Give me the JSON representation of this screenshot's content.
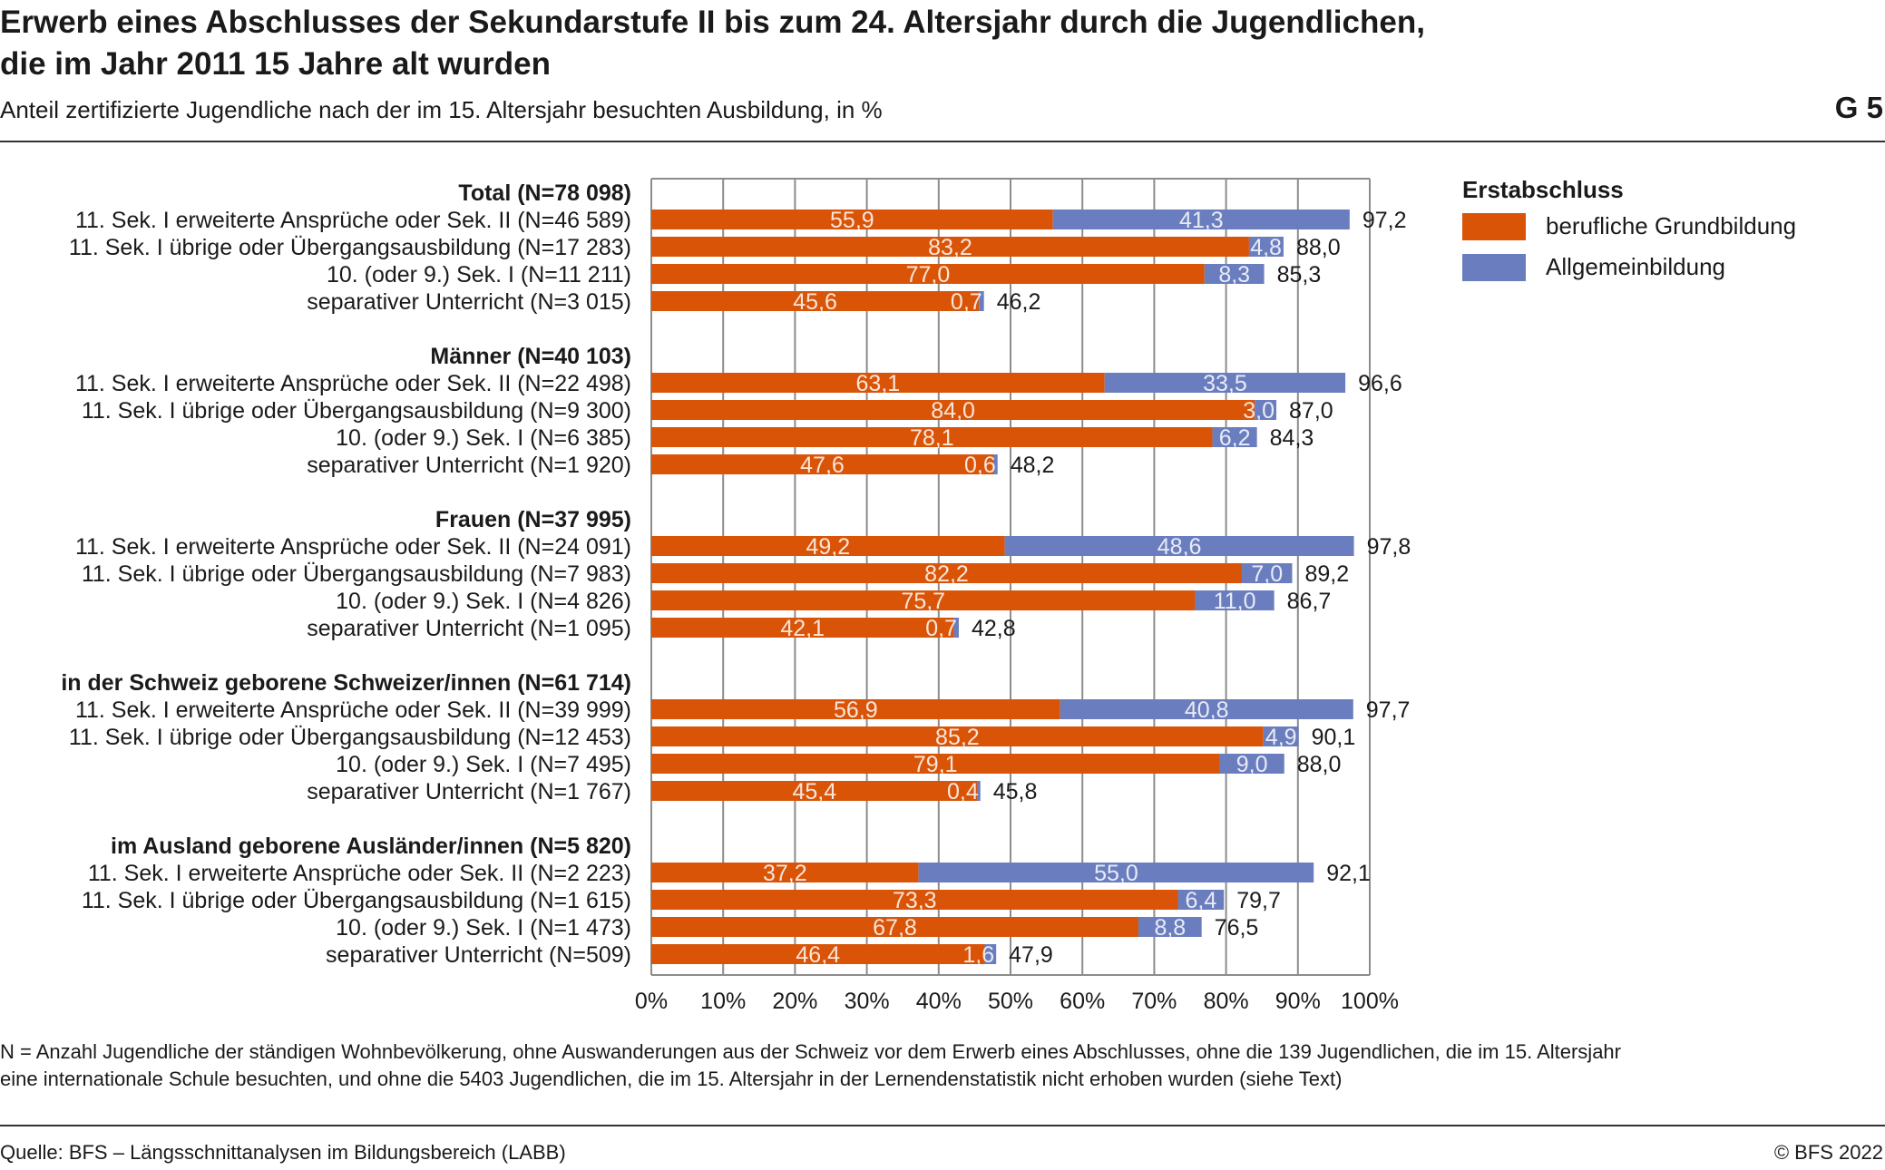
{
  "header": {
    "title_line1": "Erwerb eines Abschlusses der Sekundarstufe II bis zum 24. Altersjahr durch die Jugendlichen,",
    "title_line2": "die im Jahr 2011 15 Jahre alt wurden",
    "subtitle": "Anteil zertifizierte Jugendliche nach der im 15. Altersjahr besuchten Ausbildung, in %",
    "graphic_number": "G 5"
  },
  "footer": {
    "note_line1": "N = Anzahl Jugendliche der ständigen Wohnbevölkerung, ohne Auswanderungen aus der Schweiz vor dem Erwerb eines Abschlusses, ohne die 139 Jugendlichen, die im 15. Altersjahr",
    "note_line2": "eine internationale Schule besuchten, und ohne die 5403 Jugendlichen, die im 15. Altersjahr in der Lernendenstatistik nicht erhoben wurden (siehe Text)",
    "source": "Quelle: BFS – Längsschnittanalysen im Bildungsbereich (LABB)",
    "copyright": "© BFS 2022"
  },
  "legend": {
    "title": "Erstabschluss",
    "items": [
      "berufliche Grundbildung",
      "Allgemeinbildung"
    ]
  },
  "colors": {
    "berufliche": "#d95407",
    "allgemein": "#6a7ebf",
    "grid": "#8c8c8c"
  },
  "chart_data": {
    "type": "bar",
    "orientation": "horizontal",
    "stacked": true,
    "xlim": [
      0,
      100
    ],
    "x_ticks": [
      "0%",
      "10%",
      "20%",
      "30%",
      "40%",
      "50%",
      "60%",
      "70%",
      "80%",
      "90%",
      "100%"
    ],
    "grid": true,
    "legend_position": "top-right",
    "series": [
      {
        "name": "berufliche Grundbildung"
      },
      {
        "name": "Allgemeinbildung"
      }
    ],
    "groups": [
      {
        "label": "Total (N=78 098)",
        "rows": [
          {
            "label": "11. Sek. I erweiterte Ansprüche oder Sek. II (N=46 589)",
            "values": [
              55.9,
              41.3
            ],
            "value_labels": [
              "55,9",
              "41,3"
            ],
            "total": "97,2"
          },
          {
            "label": "11. Sek. I übrige oder Übergangsausbildung (N=17 283)",
            "values": [
              83.2,
              4.8
            ],
            "value_labels": [
              "83,2",
              "4,8"
            ],
            "total": "88,0"
          },
          {
            "label": "10. (oder 9.) Sek. I (N=11 211)",
            "values": [
              77.0,
              8.3
            ],
            "value_labels": [
              "77,0",
              "8,3"
            ],
            "total": "85,3"
          },
          {
            "label": "separativer Unterricht (N=3 015)",
            "values": [
              45.6,
              0.7
            ],
            "value_labels": [
              "45,6",
              "0,7"
            ],
            "total": "46,2"
          }
        ]
      },
      {
        "label": "Männer (N=40 103)",
        "rows": [
          {
            "label": "11. Sek. I erweiterte Ansprüche oder Sek. II (N=22 498)",
            "values": [
              63.1,
              33.5
            ],
            "value_labels": [
              "63,1",
              "33,5"
            ],
            "total": "96,6"
          },
          {
            "label": "11. Sek. I übrige oder Übergangsausbildung (N=9 300)",
            "values": [
              84.0,
              3.0
            ],
            "value_labels": [
              "84,0",
              "3,0"
            ],
            "total": "87,0"
          },
          {
            "label": "10. (oder 9.) Sek. I (N=6 385)",
            "values": [
              78.1,
              6.2
            ],
            "value_labels": [
              "78,1",
              "6,2"
            ],
            "total": "84,3"
          },
          {
            "label": "separativer Unterricht (N=1 920)",
            "values": [
              47.6,
              0.6
            ],
            "value_labels": [
              "47,6",
              "0,6"
            ],
            "total": "48,2"
          }
        ]
      },
      {
        "label": "Frauen (N=37 995)",
        "rows": [
          {
            "label": "11. Sek. I erweiterte Ansprüche oder Sek. II (N=24 091)",
            "values": [
              49.2,
              48.6
            ],
            "value_labels": [
              "49,2",
              "48,6"
            ],
            "total": "97,8"
          },
          {
            "label": "11. Sek. I übrige oder Übergangsausbildung (N=7 983)",
            "values": [
              82.2,
              7.0
            ],
            "value_labels": [
              "82,2",
              "7,0"
            ],
            "total": "89,2"
          },
          {
            "label": "10. (oder 9.) Sek. I (N=4 826)",
            "values": [
              75.7,
              11.0
            ],
            "value_labels": [
              "75,7",
              "11,0"
            ],
            "total": "86,7"
          },
          {
            "label": "separativer Unterricht (N=1 095)",
            "values": [
              42.1,
              0.7
            ],
            "value_labels": [
              "42,1",
              "0,7"
            ],
            "total": "42,8"
          }
        ]
      },
      {
        "label": "in der Schweiz geborene Schweizer/innen (N=61 714)",
        "rows": [
          {
            "label": "11. Sek. I erweiterte Ansprüche oder Sek. II (N=39 999)",
            "values": [
              56.9,
              40.8
            ],
            "value_labels": [
              "56,9",
              "40,8"
            ],
            "total": "97,7"
          },
          {
            "label": "11. Sek. I übrige oder Übergangsausbildung (N=12 453)",
            "values": [
              85.2,
              4.9
            ],
            "value_labels": [
              "85,2",
              "4,9"
            ],
            "total": "90,1"
          },
          {
            "label": "10. (oder 9.) Sek. I (N=7 495)",
            "values": [
              79.1,
              9.0
            ],
            "value_labels": [
              "79,1",
              "9,0"
            ],
            "total": "88,0"
          },
          {
            "label": "separativer Unterricht (N=1 767)",
            "values": [
              45.4,
              0.4
            ],
            "value_labels": [
              "45,4",
              "0,4"
            ],
            "total": "45,8"
          }
        ]
      },
      {
        "label": "im Ausland geborene Ausländer/innen (N=5 820)",
        "rows": [
          {
            "label": "11. Sek. I erweiterte Ansprüche oder Sek. II (N=2 223)",
            "values": [
              37.2,
              55.0
            ],
            "value_labels": [
              "37,2",
              "55,0"
            ],
            "total": "92,1"
          },
          {
            "label": "11. Sek. I übrige oder Übergangsausbildung (N=1 615)",
            "values": [
              73.3,
              6.4
            ],
            "value_labels": [
              "73,3",
              "6,4"
            ],
            "total": "79,7"
          },
          {
            "label": "10. (oder 9.) Sek. I (N=1 473)",
            "values": [
              67.8,
              8.8
            ],
            "value_labels": [
              "67,8",
              "8,8"
            ],
            "total": "76,5"
          },
          {
            "label": "separativer Unterricht (N=509)",
            "values": [
              46.4,
              1.6
            ],
            "value_labels": [
              "46,4",
              "1,6"
            ],
            "total": "47,9"
          }
        ]
      }
    ]
  }
}
